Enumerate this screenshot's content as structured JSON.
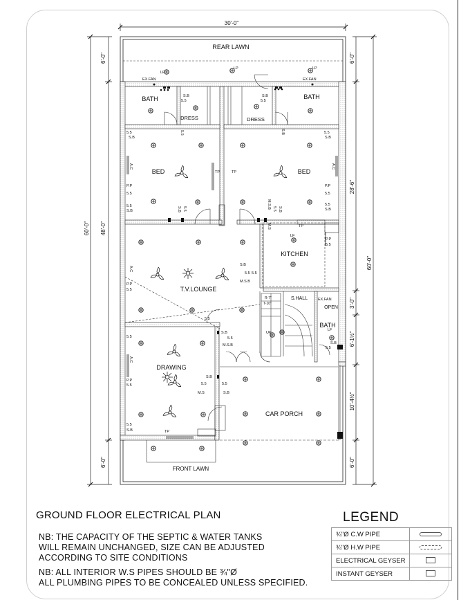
{
  "dimensions": {
    "top_width": "30'-0\"",
    "left_top": "6'-0\"",
    "left_mid": "48'-0\"",
    "left_bottom": "6'-0\"",
    "left_total": "60'-0\"",
    "right_top": "6'-0\"",
    "right_rear": "28'-6\"",
    "right_total": "60'-0\"",
    "right_a": "3'-0\"",
    "right_b": "6'-1½\"",
    "right_c": "10'-4½\"",
    "right_bottom": "6'-0\""
  },
  "rooms": {
    "rear_lawn": "REAR LAWN",
    "bath_left": "BATH",
    "bath_right": "BATH",
    "dress_left": "DRESS",
    "dress_right": "DRESS",
    "bed_left": "BED",
    "bed_right": "BED",
    "kitchen": "KITCHEN",
    "tv_lounge": "T.V.LOUNGE",
    "s_hall": "S.HALL",
    "open": "OPEN",
    "bath_small": "BATH",
    "drawing": "DRAWING",
    "car_porch": "CAR PORCH",
    "front_lawn": "FRONT LAWN"
  },
  "symbols": {
    "lp": "LP",
    "ex_fan": "EX.FAN",
    "sb": "S.B",
    "s5": "5.5",
    "ss": "S.S",
    "ms": "M.S",
    "ac": "A.C",
    "pp": "P.P",
    "tp": "TP",
    "lf": "LF",
    "up": "UP",
    "r7": "R-7\"",
    "t10": "T-10\"",
    "msb": "M.S.B"
  },
  "title": "GROUND FLOOR ELECTRICAL PLAN",
  "notes": {
    "line1": "NB: THE CAPACITY OF THE SEPTIC & WATER TANKS",
    "line2": "WILL REMAIN UNCHANGED, SIZE CAN BE ADJUSTED",
    "line3": "ACCORDING TO SITE CONDITIONS",
    "line4": "NB: ALL INTERIOR W.S PIPES SHOULD BE ¾\"Ø",
    "line5": "ALL PLUMBING PIPES TO BE CONCEALED UNLESS SPECIFIED."
  },
  "legend": {
    "title": "LEGEND",
    "rows": [
      {
        "label": "¾\"Ø C.W PIPE",
        "symbol": "cw-pipe-icon"
      },
      {
        "label": "¾\"Ø H.W PIPE",
        "symbol": "hw-pipe-icon"
      },
      {
        "label": "ELECTRICAL GEYSER",
        "symbol": "electrical-geyser-icon"
      },
      {
        "label": "INSTANT GEYSER",
        "symbol": "instant-geyser-icon"
      }
    ]
  }
}
